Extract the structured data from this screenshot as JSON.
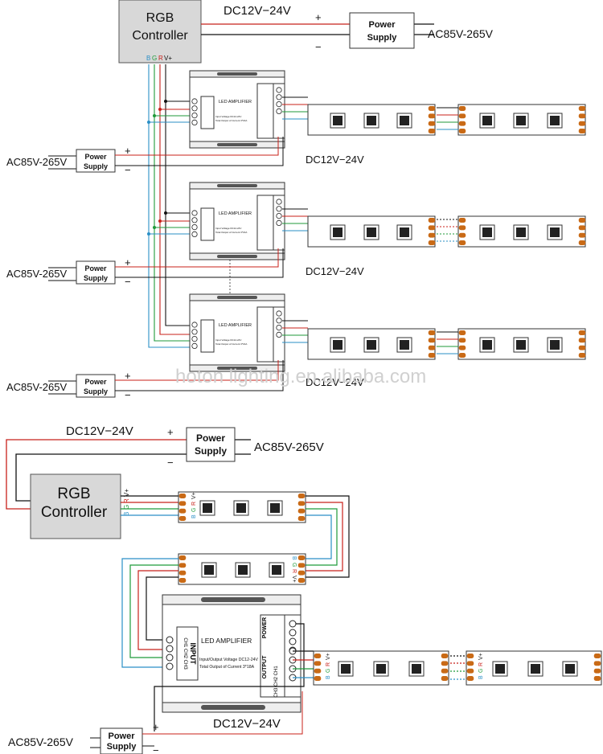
{
  "controller": {
    "line1": "RGB",
    "line2": "Controller"
  },
  "controller_pins": {
    "b": "B",
    "g": "G",
    "r": "R",
    "v": "V+"
  },
  "supply_label": {
    "line1": "Power",
    "line2": "Supply"
  },
  "dc_label": "DC12V−24V",
  "ac_label": "AC85V-265V",
  "plus": "+",
  "minus": "−",
  "amplifier": {
    "title": "LED AMPLIFIER",
    "input": "INPUT",
    "output": "OUTPUT",
    "power": "POWER",
    "ch_in": "CH1 CH2 CH3",
    "ch_out": "CH3 CH2 CH1",
    "vplus": "V+",
    "spec_small_1": "Input Voltage DC12-24V",
    "spec_small_2": "Total Output of Current 3*16A",
    "spec_large_1": "Input/Output Voltage DC12-24V",
    "spec_large_2": "Total Output of Current 3*18A"
  },
  "strip_pins": {
    "v": "V+",
    "r": "R",
    "g": "G",
    "b": "B"
  },
  "watermark": "hoton lighting.en.alibaba.com",
  "colors": {
    "red": "#c8201a",
    "green": "#1f9a3a",
    "blue": "#2a8fc6",
    "black": "#111111",
    "pad": "#c96a16",
    "controller_fill": "#d8d8d8"
  }
}
